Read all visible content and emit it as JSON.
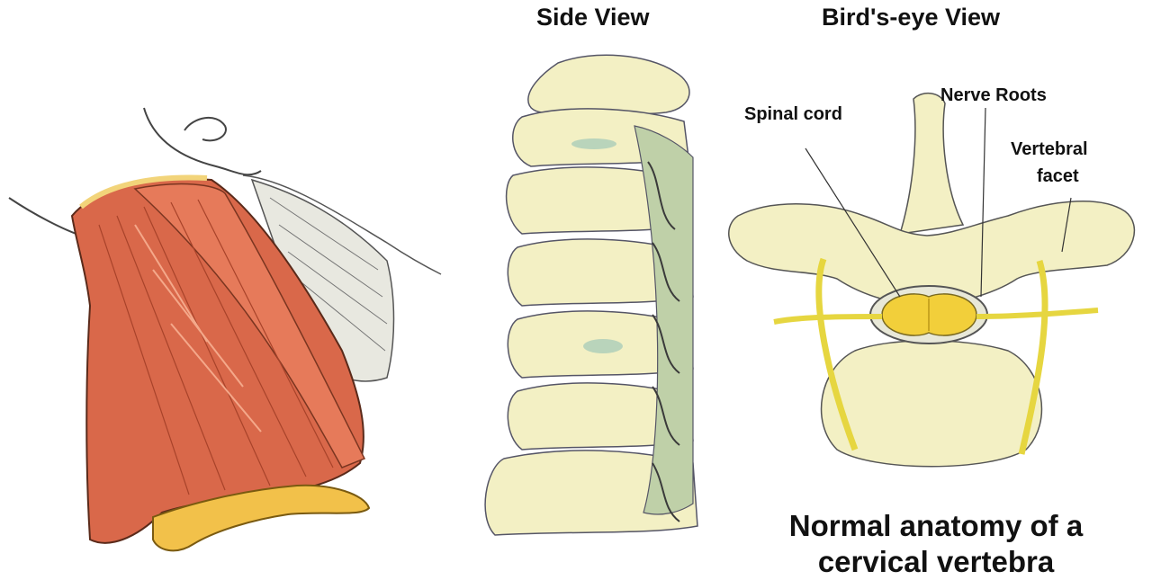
{
  "headings": {
    "side_view": "Side View",
    "birds_eye_view": "Bird's-eye View"
  },
  "labels": {
    "spinal_cord": "Spinal cord",
    "nerve_roots": "Nerve Roots",
    "vertebral_facet_line1": "Vertebral",
    "vertebral_facet_line2": "facet"
  },
  "caption": {
    "line1": "Normal anatomy of a",
    "line2": "cervical vertebra"
  },
  "colors": {
    "muscle": "#d9684a",
    "muscle_dark": "#b8452c",
    "bone": "#f3f0c4",
    "bone_shadow": "#9fb38a",
    "cord": "#f2cf3a",
    "nerve": "#e6d640",
    "outline": "#444444"
  }
}
